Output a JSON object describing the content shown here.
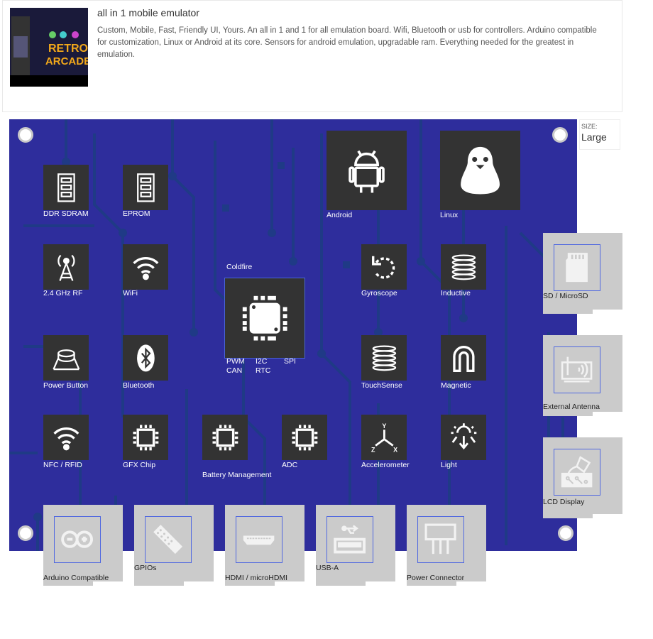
{
  "product": {
    "title": "all in 1 mobile emulator",
    "description": "Custom, Mobile, Fast, Friendly UI, Yours. An all in 1 and 1 for all emulation board. Wifi, Bluetooth or usb for controllers. Arduino compatible for customization, Linux or Android at its core. Sensors for android emulation, upgradable ram. Everything needed for the greatest in emulation.",
    "thumbnail_text": [
      "RETRO",
      "ARCADE"
    ]
  },
  "size": {
    "label": "SIZE:",
    "value": "Large"
  },
  "colors": {
    "board": "#2e2d9c",
    "trace": "#1f3a86",
    "component": "#333333",
    "connector": "#cbcbcb"
  },
  "components": {
    "ddr": "DDR SDRAM",
    "eprom": "EPROM",
    "android": "Android",
    "linux": "Linux",
    "rf": "2.4 GHz RF",
    "wifi": "WiFi",
    "gyro": "Gyroscope",
    "inductive": "Inductive",
    "power_button": "Power Button",
    "bluetooth": "Bluetooth",
    "touch": "TouchSense",
    "magnetic": "Magnetic",
    "nfc": "NFC / RFID",
    "gfx": "GFX Chip",
    "battery": "Battery Management",
    "adc": "ADC",
    "accel": "Accelerometer",
    "light": "Light",
    "cpu": {
      "name": "Coldfire",
      "pins": [
        "PWM",
        "CAN",
        "I2C",
        "RTC",
        "SPI"
      ]
    }
  },
  "connectors": {
    "sd": "SD / MicroSD",
    "antenna": "External Antenna",
    "lcd": "LCD Display",
    "arduino": "Arduino Compatible",
    "gpio": "GPIOs",
    "hdmi": "HDMI / microHDMI",
    "usb": "USB-A",
    "power": "Power Connector"
  }
}
